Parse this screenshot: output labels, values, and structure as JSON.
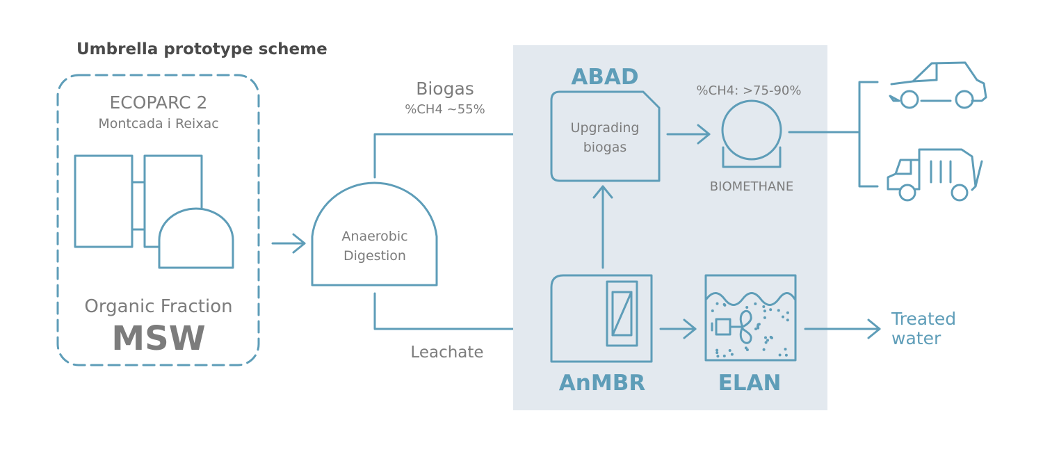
{
  "title": "Umbrella prototype scheme",
  "source": {
    "name": "ECOPARC 2",
    "location": "Montcada i Reixac",
    "label1": "Organic Fraction",
    "label2": "MSW"
  },
  "digestion": {
    "line1": "Anaerobic",
    "line2": "Digestion"
  },
  "biogas": {
    "label": "Biogas",
    "composition": "%CH4 ~55%"
  },
  "leachate": {
    "label": "Leachate"
  },
  "abad": {
    "name": "ABAD",
    "line1": "Upgrading",
    "line2": "biogas"
  },
  "biomethane": {
    "composition": "%CH4: >75-90%",
    "label": "BIOMETHANE"
  },
  "anmbr": {
    "name": "AnMBR"
  },
  "elan": {
    "name": "ELAN"
  },
  "output": {
    "line1": "Treated",
    "line2": "water"
  },
  "colors": {
    "accent": "#5e9db8",
    "text": "#7c7c7c",
    "panel": "#e3e9ef",
    "title": "#4a4a4a"
  }
}
